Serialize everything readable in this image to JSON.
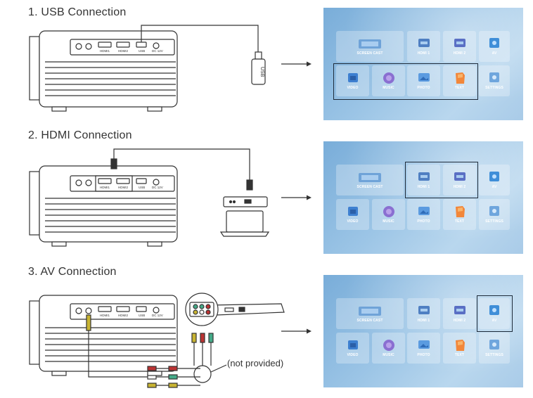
{
  "sections": [
    {
      "title": "1. USB Connection"
    },
    {
      "title": "2. HDMI Connection"
    },
    {
      "title": "3. AV Connection"
    }
  ],
  "ports": {
    "hdmi1": "HDMI1",
    "hdmi2": "HDMI2",
    "usb": "USB",
    "dc": "DC 12V"
  },
  "usb_stick_label": "USB",
  "not_provided": "(not provided)",
  "menu": {
    "screen_cast": "SCREEN CAST",
    "hdmi1": "HDMI 1",
    "hdmi2": "HDMI 2",
    "av": "AV",
    "video": "VIDEO",
    "music": "MUSIC",
    "photo": "PHOTO",
    "text": "TEXT",
    "settings": "SETTINGS"
  },
  "colors": {
    "line": "#333333",
    "screen_blue": "#8dbce3",
    "highlight": "#1e2b3a"
  },
  "highlighted": [
    [
      "video",
      "music",
      "photo",
      "text"
    ],
    [
      "hdmi1",
      "hdmi2"
    ],
    [
      "av"
    ]
  ]
}
